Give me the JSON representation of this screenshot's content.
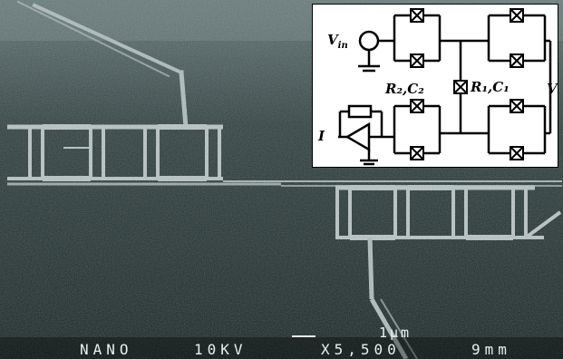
{
  "scale_label": "1µm",
  "sem_databar": {
    "label": "NANO",
    "voltage": "10KV",
    "magnification": "X5,500",
    "distance": "9mm"
  },
  "inset_labels": {
    "vin": "V",
    "vin_sub": "in",
    "r2c2": "R₂,C₂",
    "r1c1": "R₁,C₁",
    "v": "V",
    "i": "I"
  },
  "colors": {
    "background": "#0e1a1a",
    "device_metal": "#b8c4c4",
    "text": "#e8f0f0"
  }
}
